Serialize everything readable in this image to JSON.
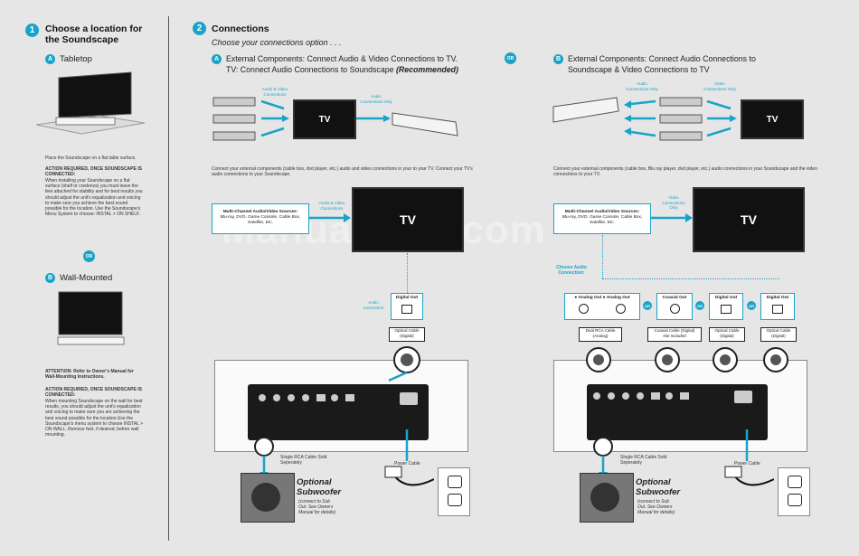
{
  "watermark": "ManualsLib.com",
  "s1": {
    "num": "1",
    "title": "Choose a location for the Soundscape",
    "a_badge": "A",
    "a_title": "Tabletop",
    "a_caption": "Place the Soundscape on a flat table surface.",
    "a_action_head": "ACTION REQUIRED, ONCE SOUNDSCAPE IS CONNECTED:",
    "a_action_body": "When installing your Soundscape on a flat surface (shelf or credenza) you must leave the feet attached for stability and for best results you should adjust the unit's equalization and voicing to make sure you achieve the best sound possible for the location. Use the Soundscape's Menu System to choose: INSTAL > ON SHELF.",
    "or": "OR",
    "b_badge": "B",
    "b_title": "Wall-Mounted",
    "b_attention": "ATTENTION: Refer to Owner's Manual for Wall-Mounting Instructions.",
    "b_action_head": "ACTION REQUIRED, ONCE SOUNDSCAPE IS CONNECTED:",
    "b_action_body": "When mounting Soundscape on the wall for best results, you should adjust the unit's equalization and voicing to make sure you are achieving the best sound possible for the location.Use the Soundscape's menu system to choose INSTAL > ON WALL. Remove feet, if desired, before wall mounting."
  },
  "s2": {
    "num": "2",
    "title": "Connections",
    "subtitle": "Choose your connections option . . .",
    "a_badge": "A",
    "a_title": "External Components: Connect Audio & Video Connections to TV.",
    "a_title2": "TV: Connect Audio Connections to Soundscape",
    "a_rec": "(Recommended)",
    "a_cap_av": "Audio & Video Connections",
    "a_cap_audio": "Audio Connections Only",
    "tv": "TV",
    "a_desc": "Connect your external components (cable box, dvd player, etc.) audio and video connections in your to your TV. Connect your TV's audio connections to your Soundscape.",
    "a_src_head": "Multi-Channel Audio/Video Sources:",
    "a_src_body": "Blu-ray, DVD, Game Console, Cable Box, Satellite, Etc.",
    "a_cap_av2": "Audio & Video Connections",
    "a_cap_audio2": "Audio Connection",
    "digital_out": "Digital Out",
    "optical": "Optical Cable (Digital)",
    "sub_cable": "Single RCA Cable Sold Seperately",
    "power": "Power Cable",
    "sub_title": "Optional Subwoofer",
    "sub_note": "(connect to Sub Out. See Owners Manual for details)",
    "or_mid": "OR",
    "b_badge": "B",
    "b_title": "External Components: Connect Audio Connections to",
    "b_title2": "Soundscape & Video Connections to TV",
    "b_cap_audio": "Audio Connections Only",
    "b_cap_video": "Video Connections Only",
    "b_desc": "Connect your external components (cable box, Blu ray player, dvd player, etc.) audio connections in your Soundscape and the video connections to your TV.",
    "b_src_head": "Multi-Channel Audio/Video Sources:",
    "b_src_body": "Blu-ray, DVD, Game Console, Cable Box, Satellite, Etc.",
    "b_cap_video2": "Video Connections Only",
    "choose": "Choose Audio Connection:",
    "analog_out": "Analog Out",
    "coaxial_out": "Coaxial Out",
    "or_small": "OR",
    "dual_rca": "Dual RCA Cable (Analog)",
    "coax_cable": "Coaxial Cable (Digital)",
    "not_incl": "Not Included"
  }
}
